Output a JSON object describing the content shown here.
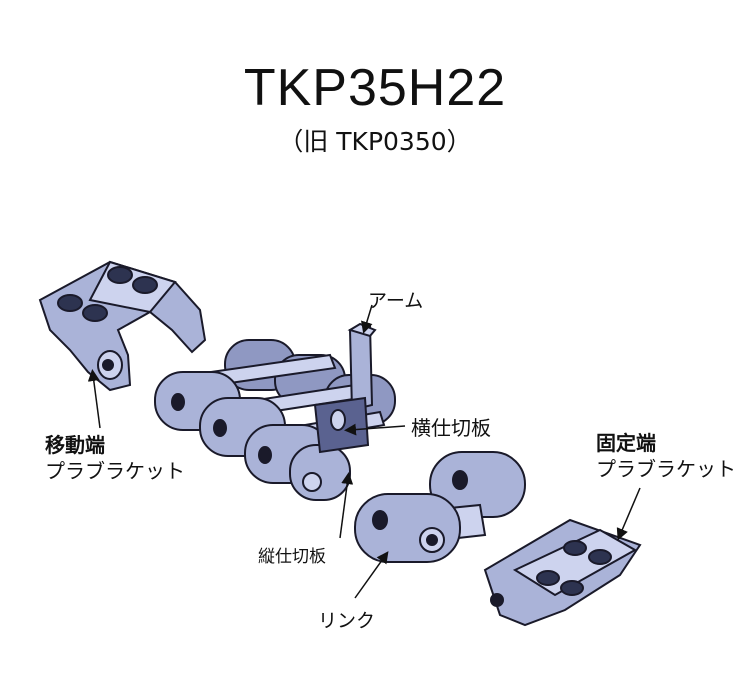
{
  "title": "TKP35H22",
  "subtitle": "（旧 TKP0350）",
  "labels": {
    "arm": "アーム",
    "cross_partition": "横仕切板",
    "moving_end_line1": "移動端",
    "moving_end_line2": "プラブラケット",
    "fixed_end_line1": "固定端",
    "fixed_end_line2": "プラブラケット",
    "vertical_partition": "縦仕切板",
    "link": "リンク"
  },
  "colors": {
    "part_fill": "#aab3d8",
    "part_dark": "#3d4470",
    "part_light": "#cdd3ee",
    "outline": "#1a1a2a"
  }
}
